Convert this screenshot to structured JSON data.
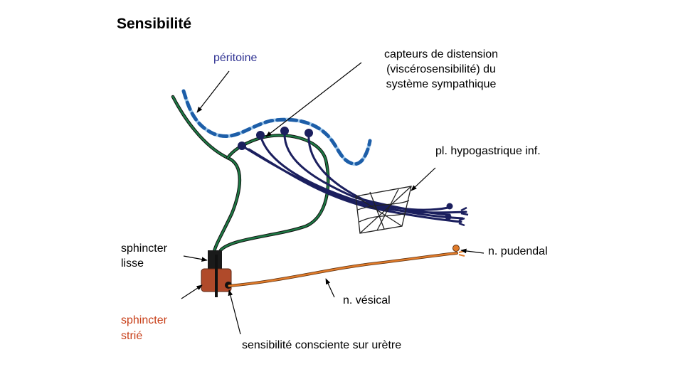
{
  "title": "Sensibilité",
  "labels": {
    "peritoine": "péritoine",
    "capteurs_line1": "capteurs de distension",
    "capteurs_line2": "(viscérosensibilité) du",
    "capteurs_line3": "système sympathique",
    "hypogastrique": "pl. hypogastrique inf.",
    "pudendal": "n. pudendal",
    "sphincter_lisse_line1": "sphincter",
    "sphincter_lisse_line2": "lisse",
    "sphincter_strie_line1": "sphincter",
    "sphincter_strie_line2": "strié",
    "vesical": "n. vésical",
    "sensibilite_urethre": "sensibilité consciente sur urètre"
  },
  "colors": {
    "peritoine_text": "#2e3192",
    "peritoine_line": "#5b9bd5",
    "bladder": "#1e7a45",
    "sympathetic_nerves": "#1b1f5e",
    "pudendal_nerve": "#e07b2a",
    "sphincter_strie": "#b04a2a",
    "sphincter_strie_text": "#c8401a",
    "sphincter_lisse": "#1a1a1a",
    "plexus": "#222222"
  }
}
